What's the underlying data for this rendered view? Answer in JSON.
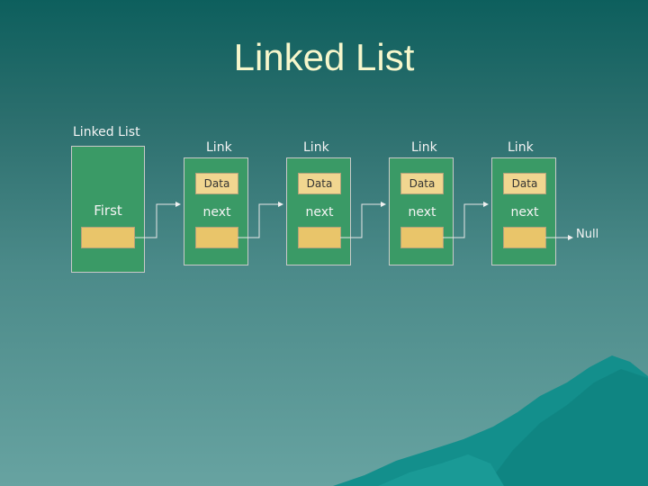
{
  "title": "Linked List",
  "list_label": "Linked List",
  "first_label": "First",
  "link_labels": [
    "Link",
    "Link",
    "Link",
    "Link"
  ],
  "nodes": [
    {
      "data": "Data",
      "next": "next"
    },
    {
      "data": "Data",
      "next": "next"
    },
    {
      "data": "Data",
      "next": "next"
    },
    {
      "data": "Data",
      "next": "next"
    }
  ],
  "null_label": "Null",
  "colors": {
    "background_top": "#0d5f5d",
    "background_bottom": "#67a3a1",
    "box_fill": "#3a9a66",
    "slot_fill": "#e9c56a",
    "data_fill": "#f1d690",
    "title_color": "#f7f7cc"
  }
}
